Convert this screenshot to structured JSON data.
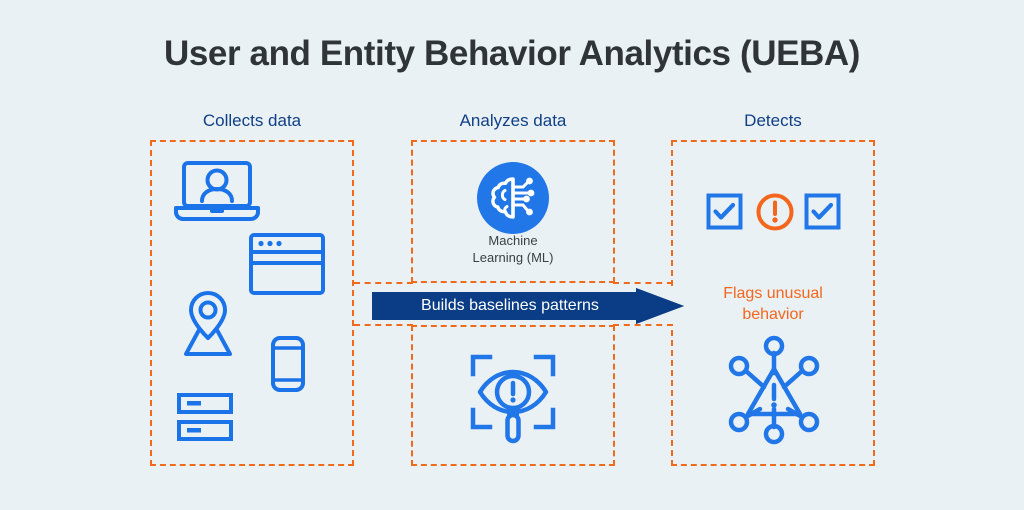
{
  "page": {
    "title": "User and Entity Behavior Analytics (UEBA)",
    "background_color": "#eaf1f5"
  },
  "colors": {
    "title_text": "#2f3437",
    "header_text": "#103f86",
    "dashed_border": "#ef6b1b",
    "icon_blue": "#1a73e8",
    "accent_orange": "#f4661b",
    "arrow_navy": "#0b3d87",
    "arrow_label_text": "#ffffff",
    "caption_text": "#3b4045"
  },
  "columns": [
    {
      "id": "collects",
      "header": "Collects data",
      "icons": [
        {
          "name": "laptop-user-icon",
          "label": "Laptop with user"
        },
        {
          "name": "browser-window-icon",
          "label": "Browser window"
        },
        {
          "name": "map-location-pin-icon",
          "label": "Map location pin"
        },
        {
          "name": "mobile-phone-icon",
          "label": "Mobile phone"
        },
        {
          "name": "server-rack-icon",
          "label": "Server racks"
        }
      ]
    },
    {
      "id": "analyzes",
      "header": "Analyzes data",
      "ml_caption_line1": "Machine",
      "ml_caption_line2": "Learning (ML)",
      "icons": [
        {
          "name": "machine-learning-brain-icon",
          "label": "Brain circuit in blue circle"
        },
        {
          "name": "eye-magnifier-alert-icon",
          "label": "Eye with magnifier and alert"
        }
      ]
    },
    {
      "id": "detects",
      "header": "Detects",
      "flags_text_line1": "Flags unusual",
      "flags_text_line2": "behavior",
      "icons": [
        {
          "name": "checkbox-checked-icon",
          "label": "Checked checkbox"
        },
        {
          "name": "alert-circle-icon",
          "label": "Orange exclamation circle"
        },
        {
          "name": "checkbox-checked-icon-2",
          "label": "Checked checkbox"
        },
        {
          "name": "network-anomaly-icon",
          "label": "Network nodes with warning triangle"
        }
      ]
    }
  ],
  "arrow": {
    "label": "Builds baselines patterns"
  }
}
